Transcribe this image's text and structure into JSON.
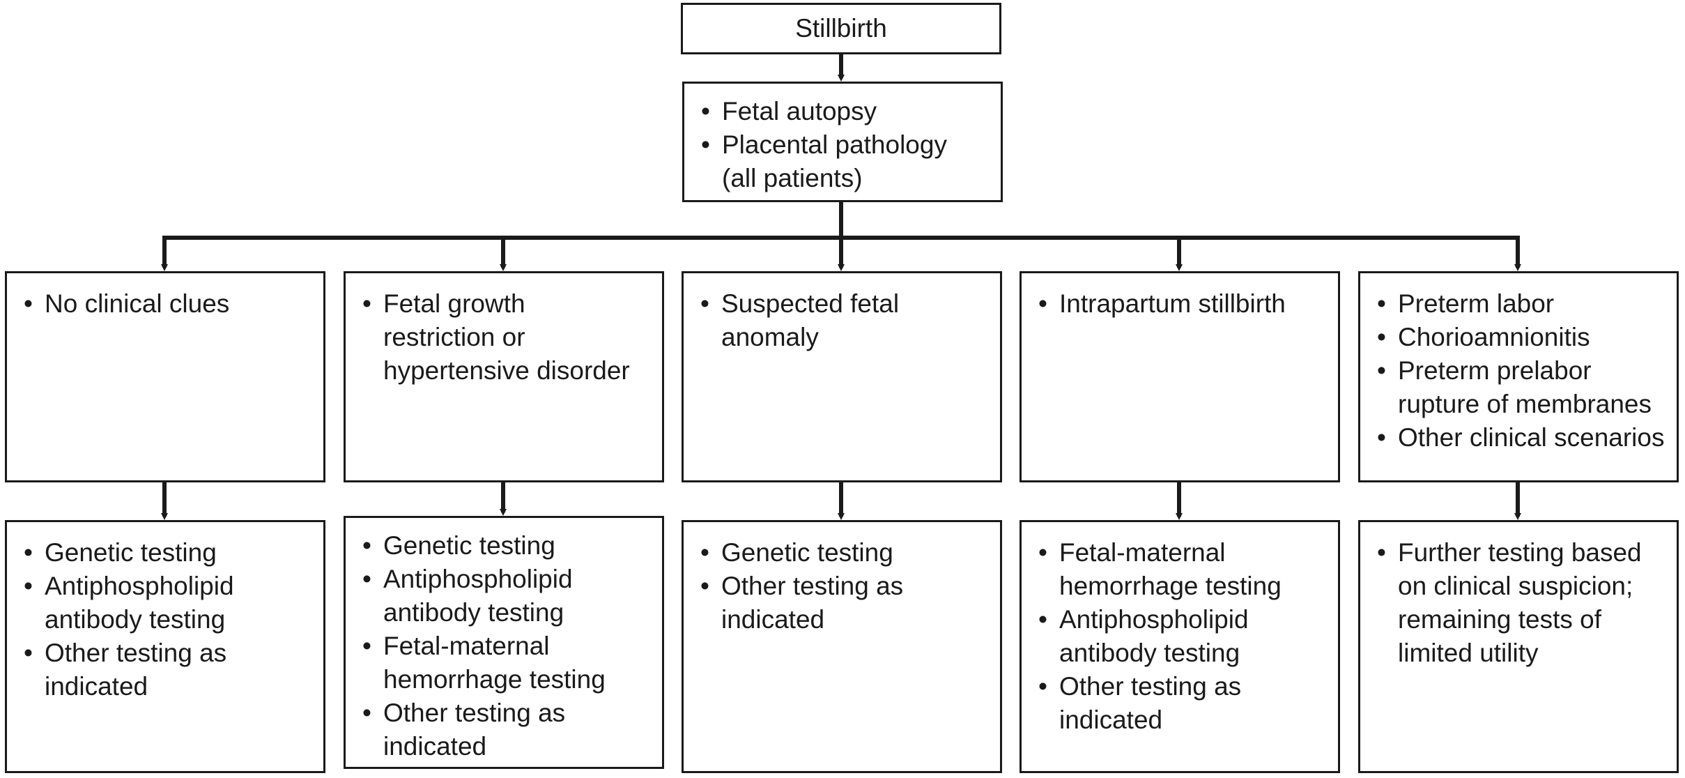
{
  "root": {
    "title": "Stillbirth",
    "items": [
      "Fetal autopsy",
      "Placental pathology\n(all patients)"
    ]
  },
  "branches": [
    {
      "scenario": [
        "No clinical clues"
      ],
      "tests": [
        "Genetic testing",
        "Antiphospholipid\nantibody testing",
        "Other testing as\nindicated"
      ]
    },
    {
      "scenario": [
        "Fetal growth\nrestriction or\nhypertensive disorder"
      ],
      "tests": [
        "Genetic testing",
        "Antiphospholipid\nantibody testing",
        "Fetal-maternal\nhemorrhage testing",
        "Other testing as\nindicated"
      ]
    },
    {
      "scenario": [
        "Suspected fetal\nanomaly"
      ],
      "tests": [
        "Genetic testing",
        "Other testing as\nindicated"
      ]
    },
    {
      "scenario": [
        "Intrapartum stillbirth"
      ],
      "tests": [
        "Fetal-maternal\nhemorrhage testing",
        "Antiphospholipid\nantibody testing",
        "Other testing as\nindicated"
      ]
    },
    {
      "scenario": [
        "Preterm labor",
        "Chorioamnionitis",
        "Preterm prelabor\nrupture of membranes",
        "Other clinical scenarios"
      ],
      "tests": [
        "Further testing based\non clinical suspicion;\nremaining tests of\nlimited utility"
      ]
    }
  ]
}
